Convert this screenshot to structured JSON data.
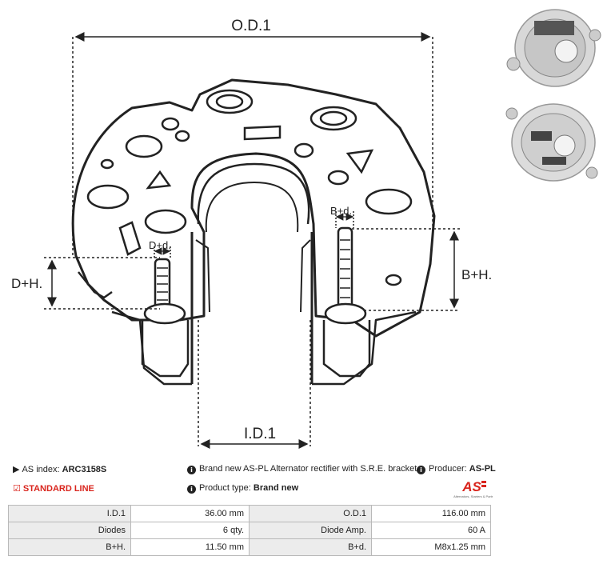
{
  "drawing": {
    "od_label": "O.D.1",
    "id_label": "I.D.1",
    "dh_label": "D+H.",
    "bh_label": "B+H.",
    "bd_label": "B+d.",
    "dd_label": "D+d."
  },
  "photos": {
    "top": "alternator-front-photo",
    "bottom": "alternator-rear-photo"
  },
  "info": {
    "as_index_label": "AS index:",
    "as_index_value": "ARC3158S",
    "line_label": "STANDARD LINE",
    "description": "Brand new AS-PL Alternator rectifier with S.R.E. bracket",
    "producer_label": "Producer:",
    "producer_value": "AS-PL",
    "product_type_label": "Product type:",
    "product_type_value": "Brand new",
    "logo_text": "AS",
    "logo_subtext": "Alternators, Starters & Parts"
  },
  "specs": [
    {
      "label1": "I.D.1",
      "value1": "36.00 mm",
      "label2": "O.D.1",
      "value2": "116.00 mm"
    },
    {
      "label1": "Diodes",
      "value1": "6 qty.",
      "label2": "Diode Amp.",
      "value2": "60 A"
    },
    {
      "label1": "B+H.",
      "value1": "11.50 mm",
      "label2": "B+d.",
      "value2": "M8x1.25 mm"
    }
  ],
  "colors": {
    "accent": "#d9241c",
    "table_label_bg": "#ececec",
    "table_border": "#b9b9b9"
  }
}
